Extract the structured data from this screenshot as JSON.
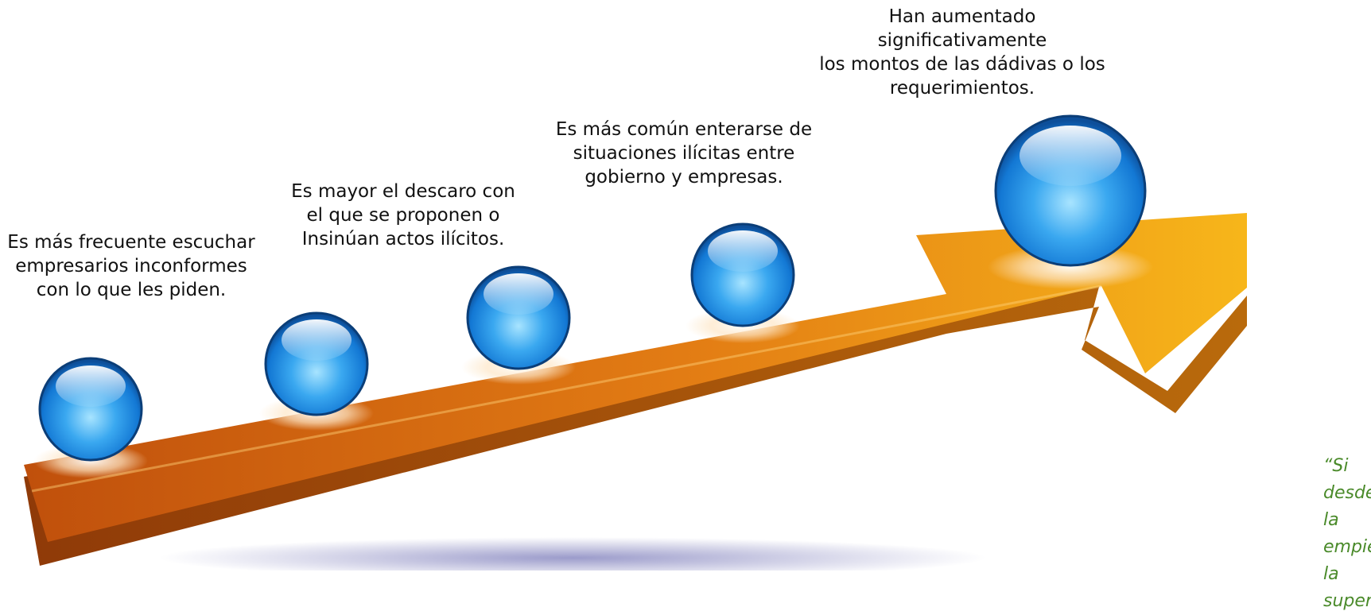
{
  "steps": [
    {
      "text": "Es más frecuente escuchar\nempresarios inconformes\ncon lo que les piden."
    },
    {
      "text": "Es mayor el descaro con\nel que se proponen o\nInsinúan actos ilícitos."
    },
    {
      "text": "Es más común enterarse de\nsituaciones ilícitas entre\ngobierno y empresas."
    },
    {
      "text": "Han aumentado\nsignificativamente\nlos montos de las dádivas o los\nrequerimientos."
    }
  ],
  "quote": {
    "text": "“Si desde la\nempieza la\nsupervisores"
  },
  "colors": {
    "arrow_dark": "#c85a10",
    "arrow_light": "#f7b61a",
    "sphere": "#1a8fe0",
    "sphere_rim": "#0b3e78",
    "quote": "#4a8a2a"
  }
}
